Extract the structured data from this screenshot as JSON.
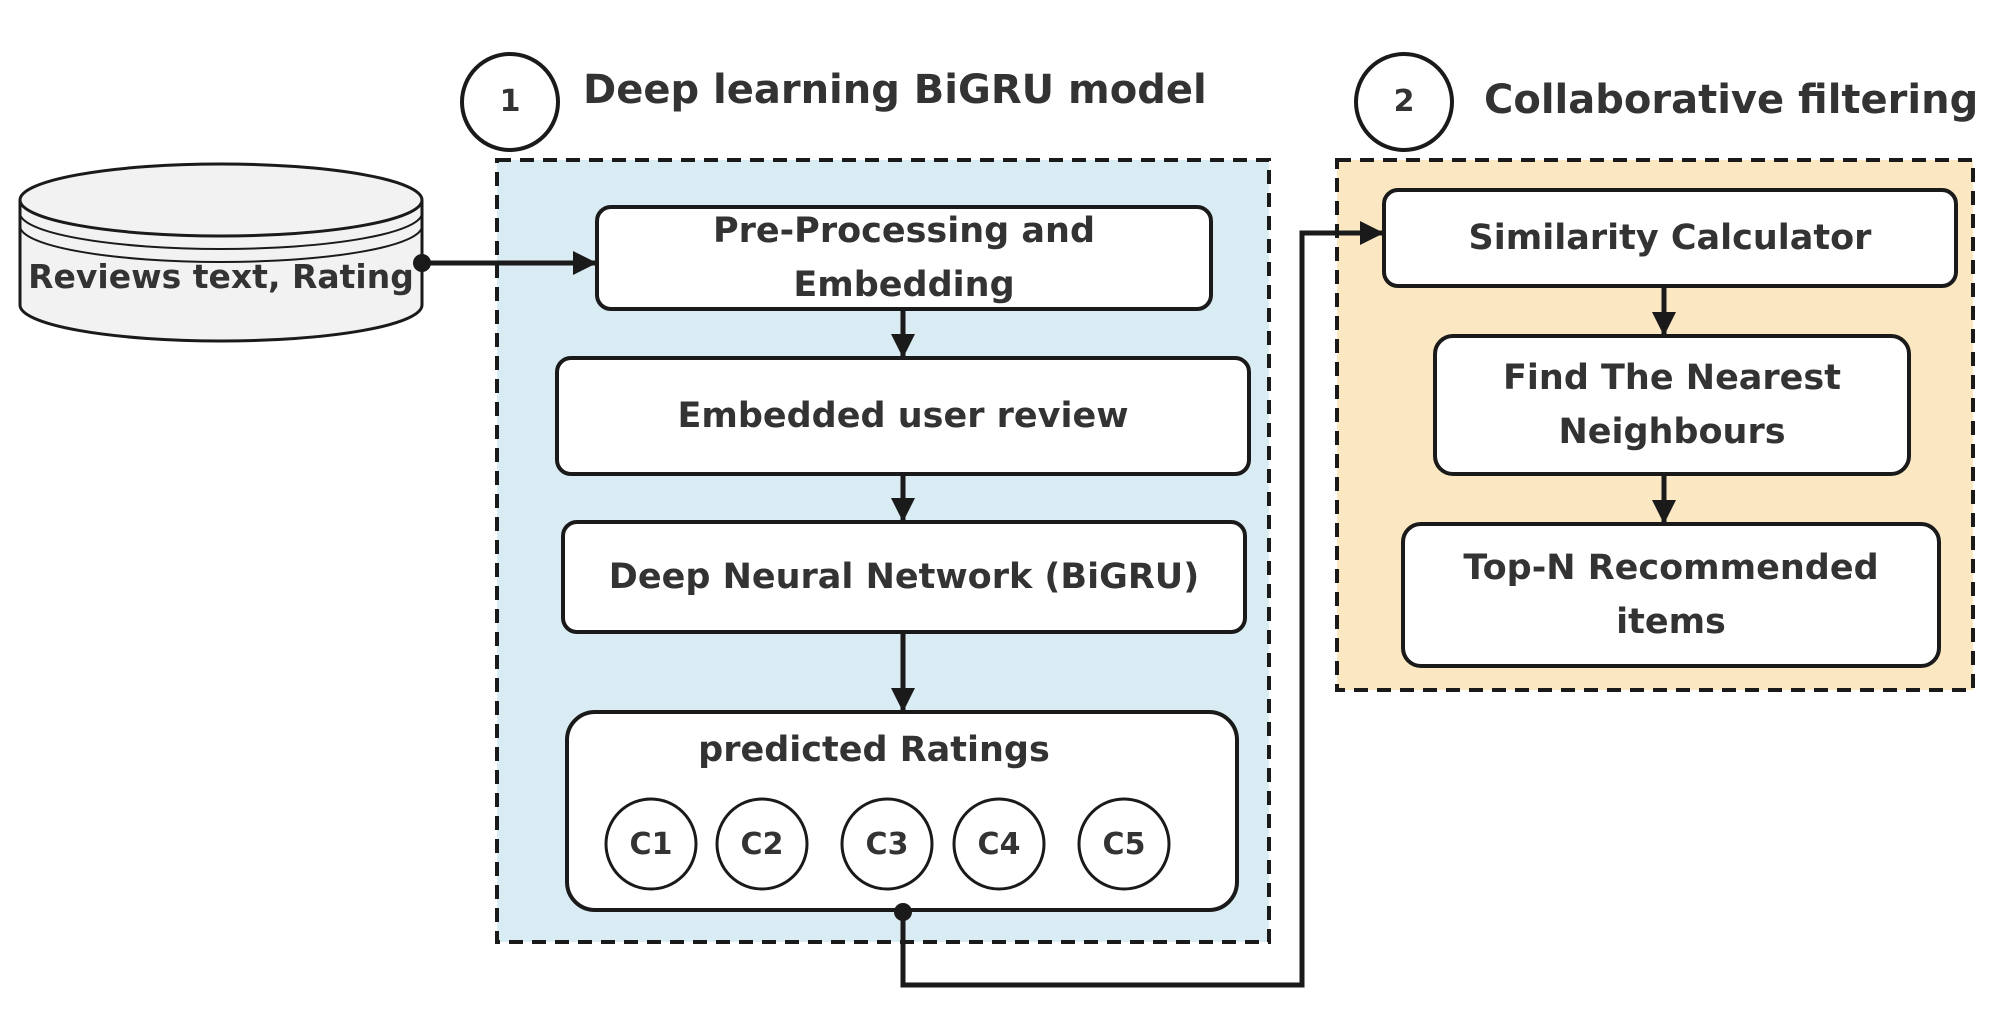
{
  "colors": {
    "stroke": "#1a1a1a",
    "panel1_fill": "#d9ebf3",
    "panel2_fill": "#fbe8c2",
    "box_fill": "#ffffff",
    "database_fill": "#f2f2f2",
    "text": "#333333"
  },
  "database": {
    "label": "Reviews text, Rating"
  },
  "panels": [
    {
      "number": "1",
      "title": "Deep learning BiGRU model",
      "boxes": [
        "Pre-Processing and Embedding",
        "Embedded user review",
        "Deep Neural Network (BiGRU)"
      ],
      "output": {
        "title": "predicted Ratings",
        "classes": [
          "C1",
          "C2",
          "C3",
          "C4",
          "C5"
        ]
      }
    },
    {
      "number": "2",
      "title": "Collaborative filtering",
      "boxes": [
        "Similarity Calculator",
        "Find The Nearest\nNeighbours",
        "Top-N Recommended\nitems"
      ]
    }
  ]
}
